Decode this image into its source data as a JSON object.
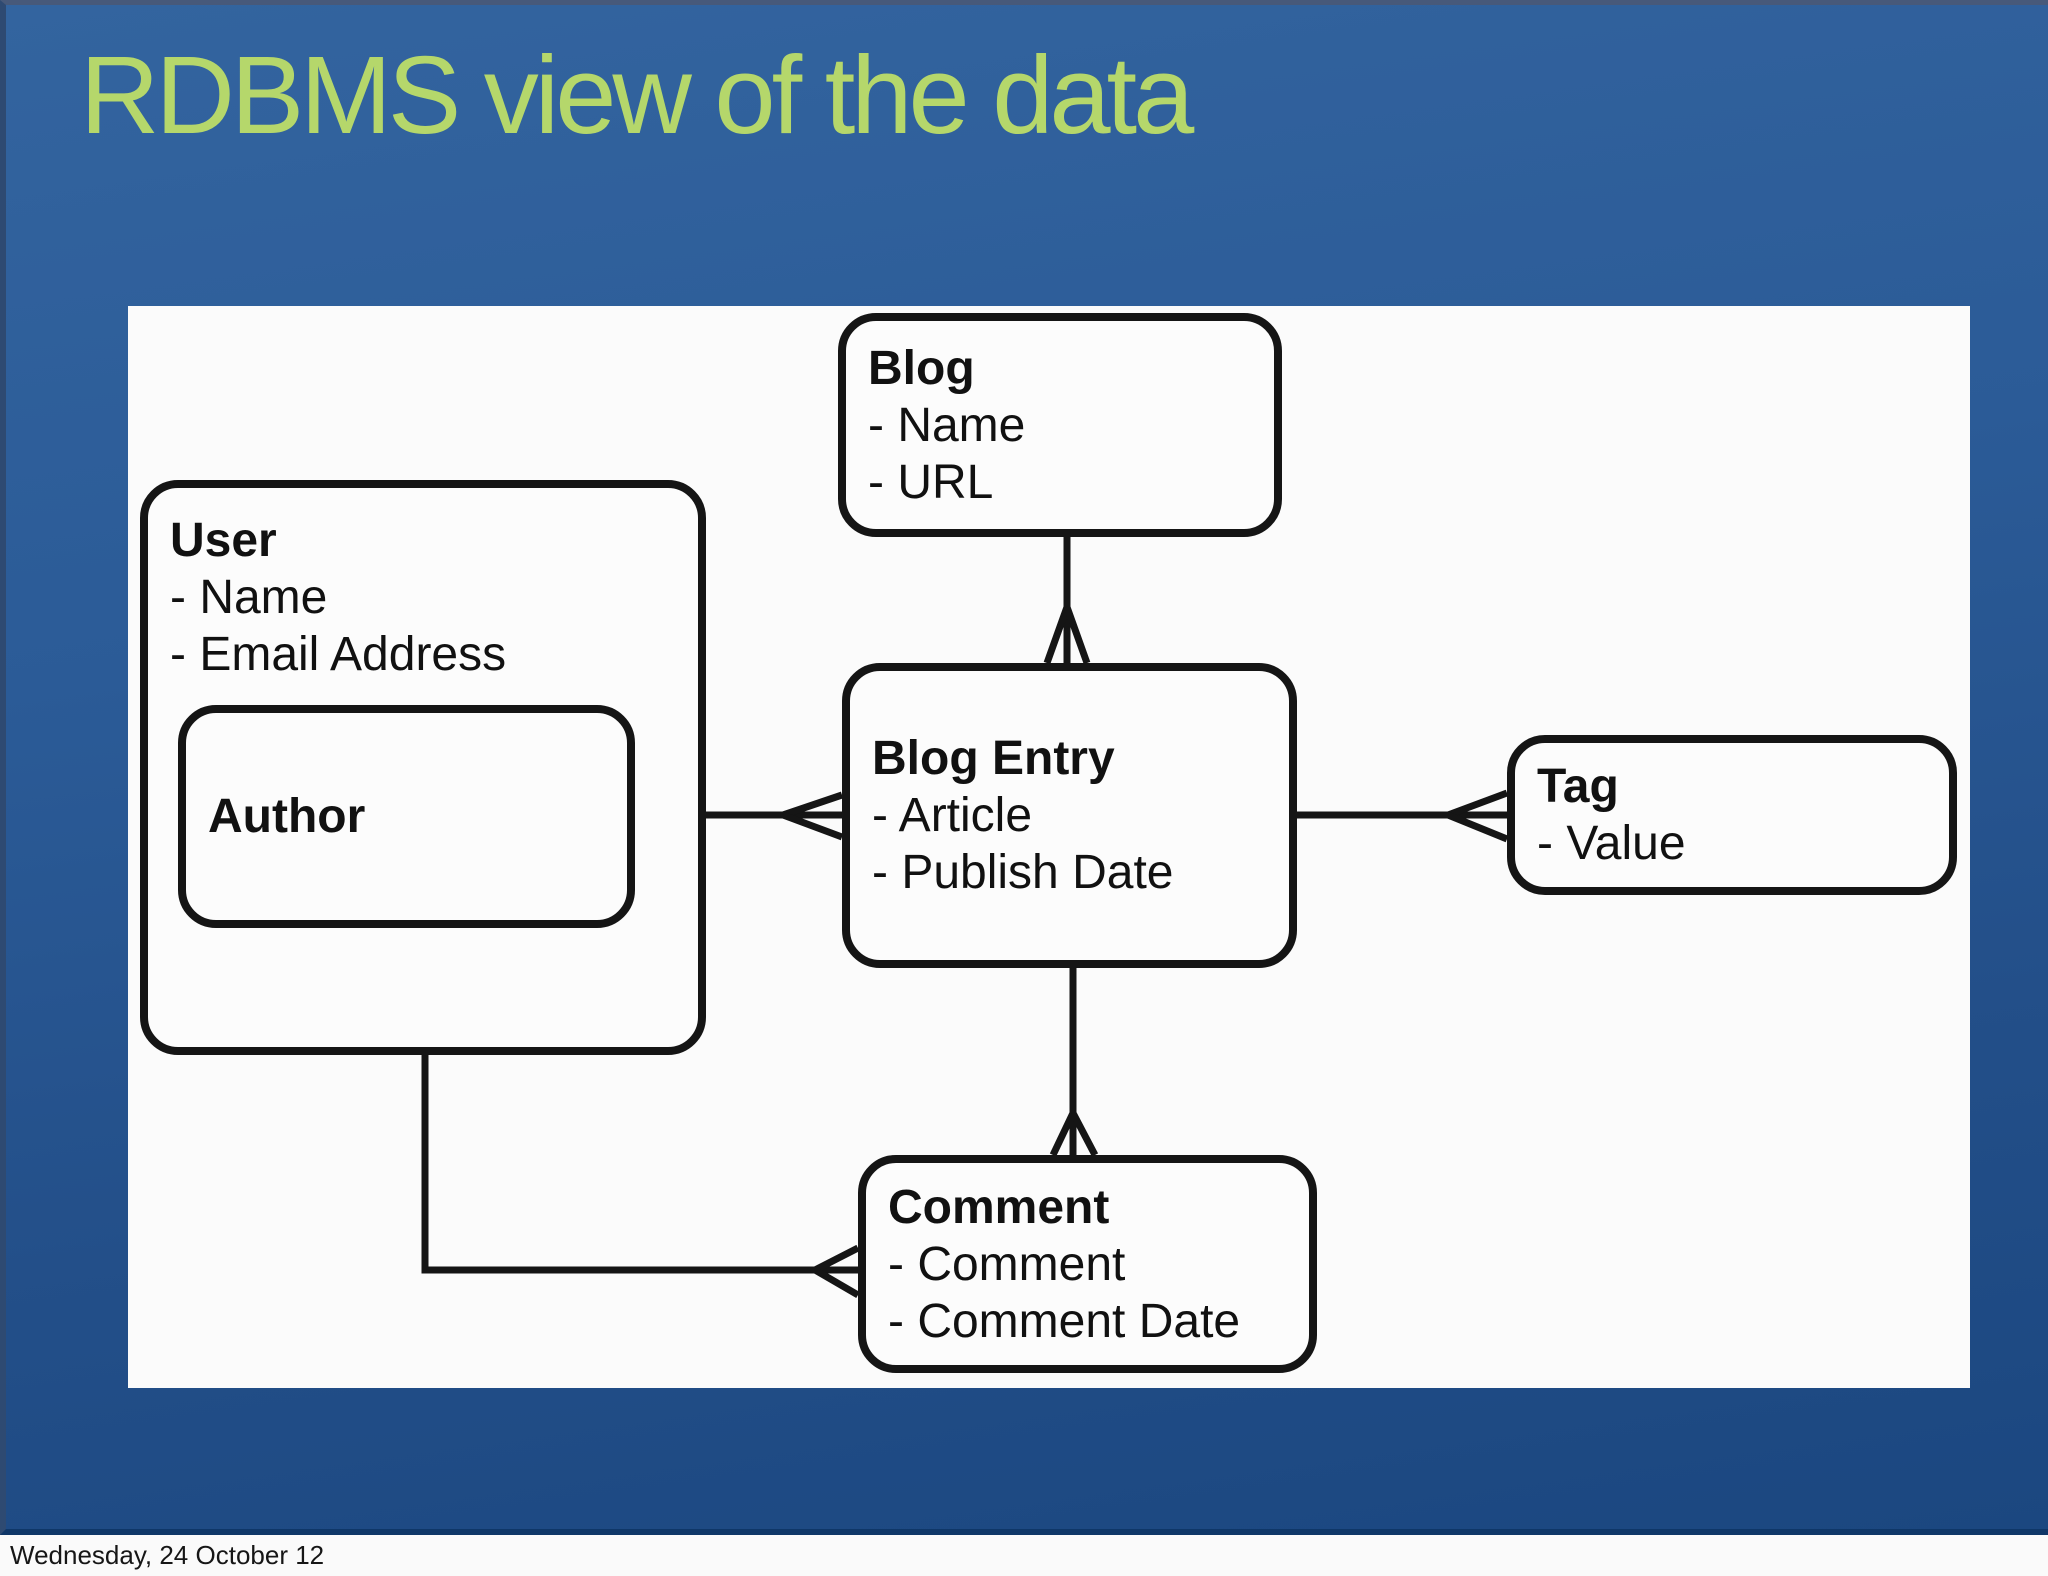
{
  "slide": {
    "title": "RDBMS view of the data",
    "footer": "Wednesday, 24 October 12"
  },
  "colors": {
    "slide_background_top": "#33649f",
    "slide_background_bottom": "#1b4780",
    "title_text": "#b5d76b",
    "panel_background": "#fbfbfb",
    "diagram_stroke": "#151515",
    "footer_background": "#fafafa",
    "footer_text": "#161616"
  },
  "diagram": {
    "entities": [
      {
        "id": "blog",
        "title": "Blog",
        "attributes": [
          "- Name",
          "- URL"
        ]
      },
      {
        "id": "user",
        "title": "User",
        "attributes": [
          "- Name",
          "- Email Address"
        ]
      },
      {
        "id": "author",
        "title": "Author",
        "attributes": [],
        "nested_in": "user"
      },
      {
        "id": "blog-entry",
        "title": "Blog Entry",
        "attributes": [
          "- Article",
          "- Publish Date"
        ]
      },
      {
        "id": "tag",
        "title": "Tag",
        "attributes": [
          "- Value"
        ]
      },
      {
        "id": "comment",
        "title": "Comment",
        "attributes": [
          "- Comment",
          "- Comment Date"
        ]
      }
    ],
    "relationships": [
      {
        "from": "Blog",
        "to": "Blog Entry",
        "cardinality": "one-to-many",
        "crow_foot_at": "Blog Entry"
      },
      {
        "from": "Blog Entry",
        "to": "Comment",
        "cardinality": "one-to-many",
        "crow_foot_at": "Comment"
      },
      {
        "from": "Author",
        "to": "Blog Entry",
        "cardinality": "one-to-many",
        "crow_foot_at": "Blog Entry"
      },
      {
        "from": "Blog Entry",
        "to": "Tag",
        "cardinality": "one-to-many",
        "crow_foot_at": "Tag"
      },
      {
        "from": "User",
        "to": "Comment",
        "cardinality": "one-to-many",
        "crow_foot_at": "Comment"
      }
    ]
  }
}
